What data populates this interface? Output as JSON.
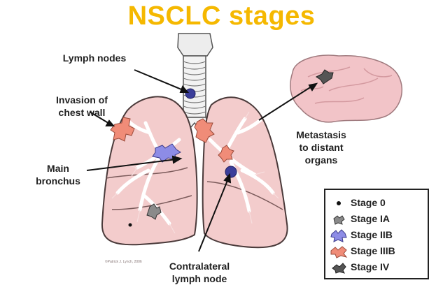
{
  "title": "NSCLC stages",
  "colors": {
    "title": "#f5b800",
    "lung_fill": "#f3cccc",
    "lung_stroke": "#4a3a3a",
    "brain_fill": "#f2c4c8",
    "lymph_node": "#3b3e9a",
    "stage_ia": "#8a8a8a",
    "stage_iib": "#8d8ce6",
    "stage_iiib": "#f08c78",
    "stage_iv": "#555555"
  },
  "labels": {
    "lymph_nodes": "Lymph nodes",
    "invasion_line1": "Invasion of",
    "invasion_line2": "chest wall",
    "main_line1": "Main",
    "main_line2": "bronchus",
    "metastasis_line1": "Metastasis",
    "metastasis_line2": "to distant",
    "metastasis_line3": "organs",
    "contralateral_line1": "Contralateral",
    "contralateral_line2": "lymph node"
  },
  "legend": [
    {
      "label": "Stage 0",
      "icon": "dot-icon"
    },
    {
      "label": "Stage IA",
      "icon": "small-tumor-icon"
    },
    {
      "label": "Stage IIB",
      "icon": "medium-tumor-icon"
    },
    {
      "label": "Stage IIIB",
      "icon": "large-tumor-icon"
    },
    {
      "label": "Stage IV",
      "icon": "metastasis-tumor-icon"
    }
  ],
  "credit": "©Patrick J. Lynch, 2006"
}
